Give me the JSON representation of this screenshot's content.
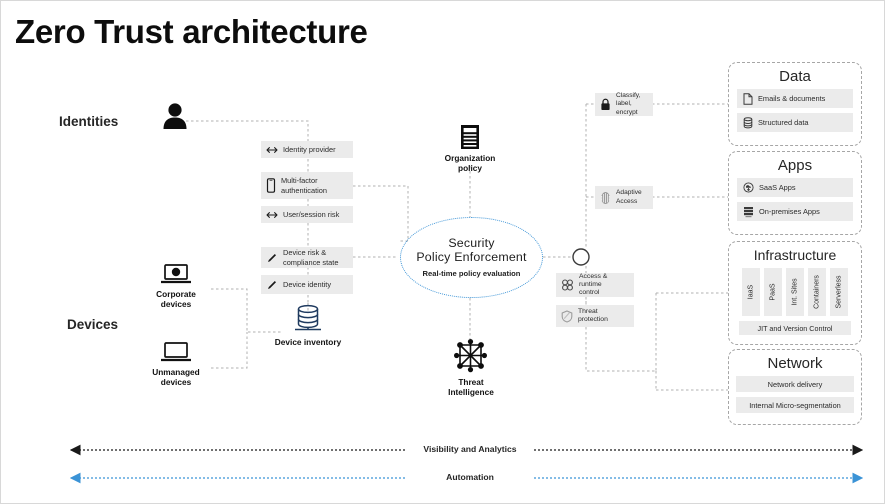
{
  "page": {
    "title": "Zero Trust architecture",
    "accent_blue": "#3b93d6",
    "chip_bg": "#ebebeb",
    "panel_border": "#a6a6a6"
  },
  "left": {
    "identities_label": "Identities",
    "devices_label": "Devices",
    "identity_icon": "person-icon",
    "corporate": {
      "label": "Corporate\ndevices",
      "icon": "laptop-managed-icon"
    },
    "unmanaged": {
      "label": "Unmanaged\ndevices",
      "icon": "laptop-icon"
    },
    "device_inventory": {
      "label": "Device inventory",
      "icon": "database-icon"
    }
  },
  "identity_chips": [
    {
      "label": "Identity  provider",
      "icon": "arrows-horizontal-icon"
    },
    {
      "label": "Multi-factor\nauthentication",
      "icon": "mobile-phone-icon"
    },
    {
      "label": "User/session risk",
      "icon": "arrows-horizontal-icon"
    }
  ],
  "device_chips": [
    {
      "label": "Device  risk &\ncompliance  state",
      "icon": "pen-icon"
    },
    {
      "label": "Device  identity",
      "icon": "pen-icon"
    }
  ],
  "center": {
    "org_policy": {
      "label": "Organization\npolicy",
      "icon": "document-lines-icon"
    },
    "oval": {
      "line1": "Security",
      "line2": "Policy  Enforcement",
      "subtitle": "Real-time policy evaluation"
    },
    "threat_intel": {
      "label": "Threat\nIntelligence",
      "icon": "network-mesh-icon"
    }
  },
  "right_chips": [
    {
      "label": "Classify, label,\nencrypt",
      "icon": "lock-icon"
    },
    {
      "label": "Adaptive\nAccess",
      "icon": "fingerprint-icon"
    },
    {
      "label": "Access & runtime\ncontrol",
      "icon": "link-nodes-icon"
    },
    {
      "label": "Threat protection",
      "icon": "shield-icon"
    }
  ],
  "panels": {
    "data": {
      "title": "Data",
      "rows": [
        {
          "label": "Emails & documents",
          "icon": "file-icon"
        },
        {
          "label": "Structured  data",
          "icon": "database-icon"
        }
      ]
    },
    "apps": {
      "title": "Apps",
      "rows": [
        {
          "label": "SaaS Apps",
          "icon": "cloud-download-icon"
        },
        {
          "label": "On-premises  Apps",
          "icon": "server-rack-icon"
        }
      ]
    },
    "infrastructure": {
      "title": "Infrastructure",
      "columns": [
        "IaaS",
        "PaaS",
        "Int. Sites",
        "Containers",
        "Serverless"
      ],
      "footer": "JIT and Version Control"
    },
    "network": {
      "title": "Network",
      "rows": [
        {
          "label": "Network delivery",
          "icon": ""
        },
        {
          "label": "Internal Micro-segmentation",
          "icon": ""
        }
      ]
    }
  },
  "rails": [
    {
      "label": "Visibility and Analytics",
      "color": "#1a1a1a"
    },
    {
      "label": "Automation",
      "color": "#3b93d6"
    }
  ]
}
